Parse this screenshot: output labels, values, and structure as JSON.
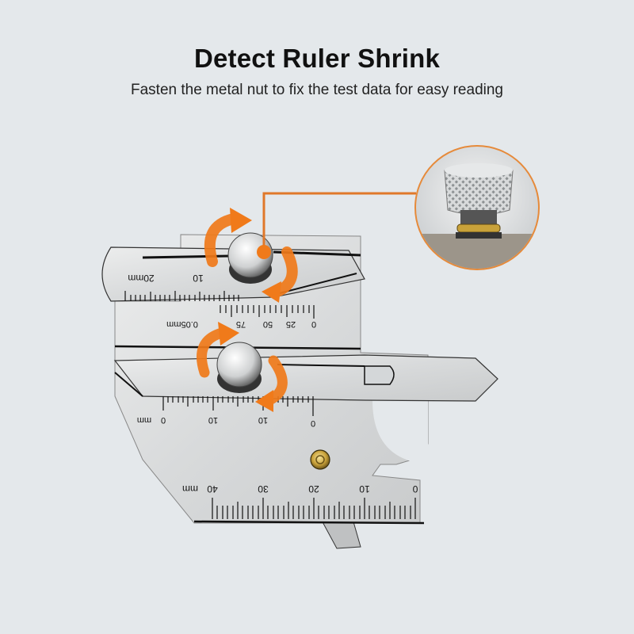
{
  "header": {
    "title": "Detect Ruler Shrink",
    "subtitle": "Fasten the metal nut to fix the test data for easy reading"
  },
  "colors": {
    "background": "#e4e8eb",
    "accent_orange": "#f07a1a",
    "callout_line": "#e0782a",
    "metal": "#d9dbdc",
    "brass": "#c9a23a"
  },
  "inset": {
    "icon": "knurled-nut-closeup"
  },
  "upper_slider": {
    "scale_labels": [
      "20mm",
      "10"
    ],
    "icon": "knurled-nut"
  },
  "vernier": {
    "labels": [
      "0.05mm",
      "75",
      "50",
      "25",
      "0"
    ]
  },
  "middle_scale": {
    "labels": [
      "mm",
      "0",
      "10",
      "10",
      "0"
    ]
  },
  "bottom_scale": {
    "labels": [
      "mm",
      "40",
      "30",
      "20",
      "10",
      "0"
    ]
  },
  "icons": {
    "rotate_arrows": "curved-rotate-arrows-icon",
    "callout_dot": "callout-dot-icon",
    "brass_rivet": "brass-rivet-icon"
  }
}
